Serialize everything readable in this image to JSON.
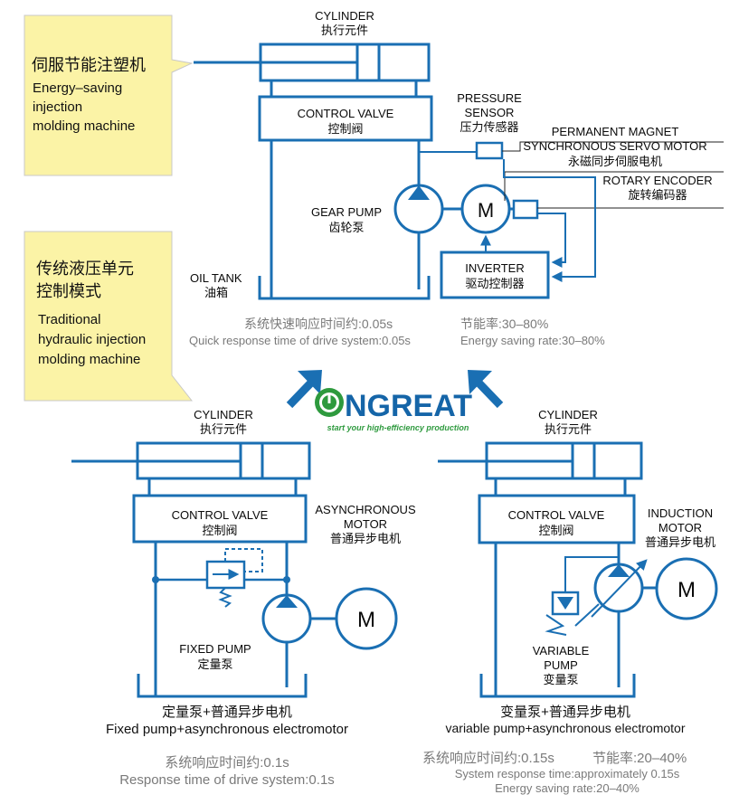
{
  "top": {
    "cylinder": {
      "en": "CYLINDER",
      "zh": "执行元件"
    },
    "control_valve": {
      "en": "CONTROL VALVE",
      "zh": "控制阀"
    },
    "pressure_sensor": {
      "en1": "PRESSURE",
      "en2": "SENSOR",
      "zh": "压力传感器"
    },
    "servo_motor": {
      "en1": "PERMANENT MAGNET",
      "en2": "SYNCHRONOUS SERVO MOTOR",
      "zh": "永磁同步伺服电机"
    },
    "rotary_encoder": {
      "en": "ROTARY ENCODER",
      "zh": "旋转编码器"
    },
    "gear_pump": {
      "en": "GEAR PUMP",
      "zh": "齿轮泵"
    },
    "motor_symbol": "M",
    "inverter": {
      "en": "INVERTER",
      "zh": "驱动控制器"
    },
    "oil_tank": {
      "en": "OIL TANK",
      "zh": "油箱"
    },
    "response_zh": "系统快速响应时间约:0.05s",
    "response_en": "Quick response time of drive system:0.05s",
    "saving_zh": "节能率:30–80%",
    "saving_en": "Energy saving rate:30–80%"
  },
  "notes": {
    "servo": {
      "zh": "伺服节能注塑机",
      "en1": "Energy–saving",
      "en2": "injection",
      "en3": "molding machine"
    },
    "traditional": {
      "zh1": "传统液压单元",
      "zh2": "控制模式",
      "en1": "Traditional",
      "en2": "hydraulic injection",
      "en3": "molding machine"
    }
  },
  "logo": {
    "letters": "NGREAT",
    "slogan": "start your high-efficiency production"
  },
  "left": {
    "cylinder": {
      "en": "CYLINDER",
      "zh": "执行元件"
    },
    "control_valve": {
      "en": "CONTROL VALVE",
      "zh": "控制阀"
    },
    "motor_type": {
      "en1": "ASYNCHRONOUS",
      "en2": "MOTOR",
      "zh": "普通异步电机"
    },
    "pump": {
      "en": "FIXED PUMP",
      "zh": "定量泵"
    },
    "motor_symbol": "M",
    "caption_zh": "定量泵+普通异步电机",
    "caption_en": "Fixed pump+asynchronous electromotor",
    "response_zh": "系统响应时间约:0.1s",
    "response_en": "Response time of drive system:0.1s"
  },
  "right": {
    "cylinder": {
      "en": "CYLINDER",
      "zh": "执行元件"
    },
    "control_valve": {
      "en": "CONTROL VALVE",
      "zh": "控制阀"
    },
    "motor_type": {
      "en1": "INDUCTION",
      "en2": "MOTOR",
      "zh": "普通异步电机"
    },
    "pump": {
      "en1": "VARIABLE",
      "en2": "PUMP",
      "zh": "变量泵"
    },
    "motor_symbol": "M",
    "caption_zh": "变量泵+普通异步电机",
    "caption_en": "variable pump+asynchronous electromotor",
    "response_zh": "系统响应时间约:0.15s",
    "saving_zh": "节能率:20–40%",
    "response_en": "System response time:approximately 0.15s",
    "saving_en": "Energy saving rate:20–40%"
  },
  "colors": {
    "line": "#1a6fb3",
    "note_bg": "#fbf3a6",
    "logo_blue": "#1565a8",
    "logo_green": "#2e9a3e"
  }
}
